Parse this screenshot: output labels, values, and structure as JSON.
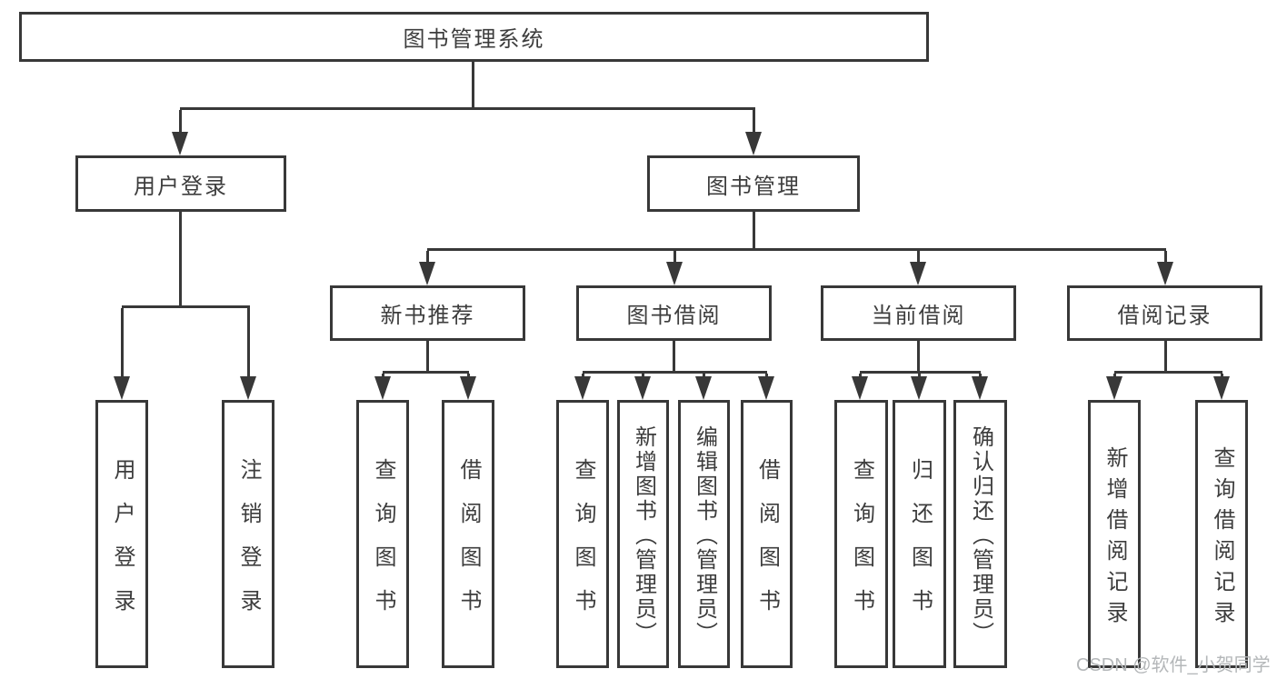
{
  "tree": {
    "root": {
      "label": "图书管理系统"
    },
    "level2": [
      {
        "label": "用户登录"
      },
      {
        "label": "图书管理"
      }
    ],
    "level3": [
      {
        "label": "新书推荐"
      },
      {
        "label": "图书借阅"
      },
      {
        "label": "当前借阅"
      },
      {
        "label": "借阅记录"
      }
    ],
    "level4": {
      "user_login": [
        "用户登录",
        "注销登录"
      ],
      "new_book_recommend": [
        "查询图书",
        "借阅图书"
      ],
      "book_borrow": [
        "查询图书",
        "新增图书（管理员）",
        "编辑图书（管理员）",
        "借阅图书"
      ],
      "current_borrow": [
        "查询图书",
        "归还图书",
        "确认归还（管理员）"
      ],
      "borrow_records": [
        "新增借阅记录",
        "查询借阅记录"
      ]
    }
  },
  "watermark": {
    "text": "CSDN @软件_小贺同学"
  },
  "colors": {
    "line": "#383838",
    "text": "#3d3d3d",
    "watermark": "#b4b7b9",
    "background": "#ffffff"
  }
}
